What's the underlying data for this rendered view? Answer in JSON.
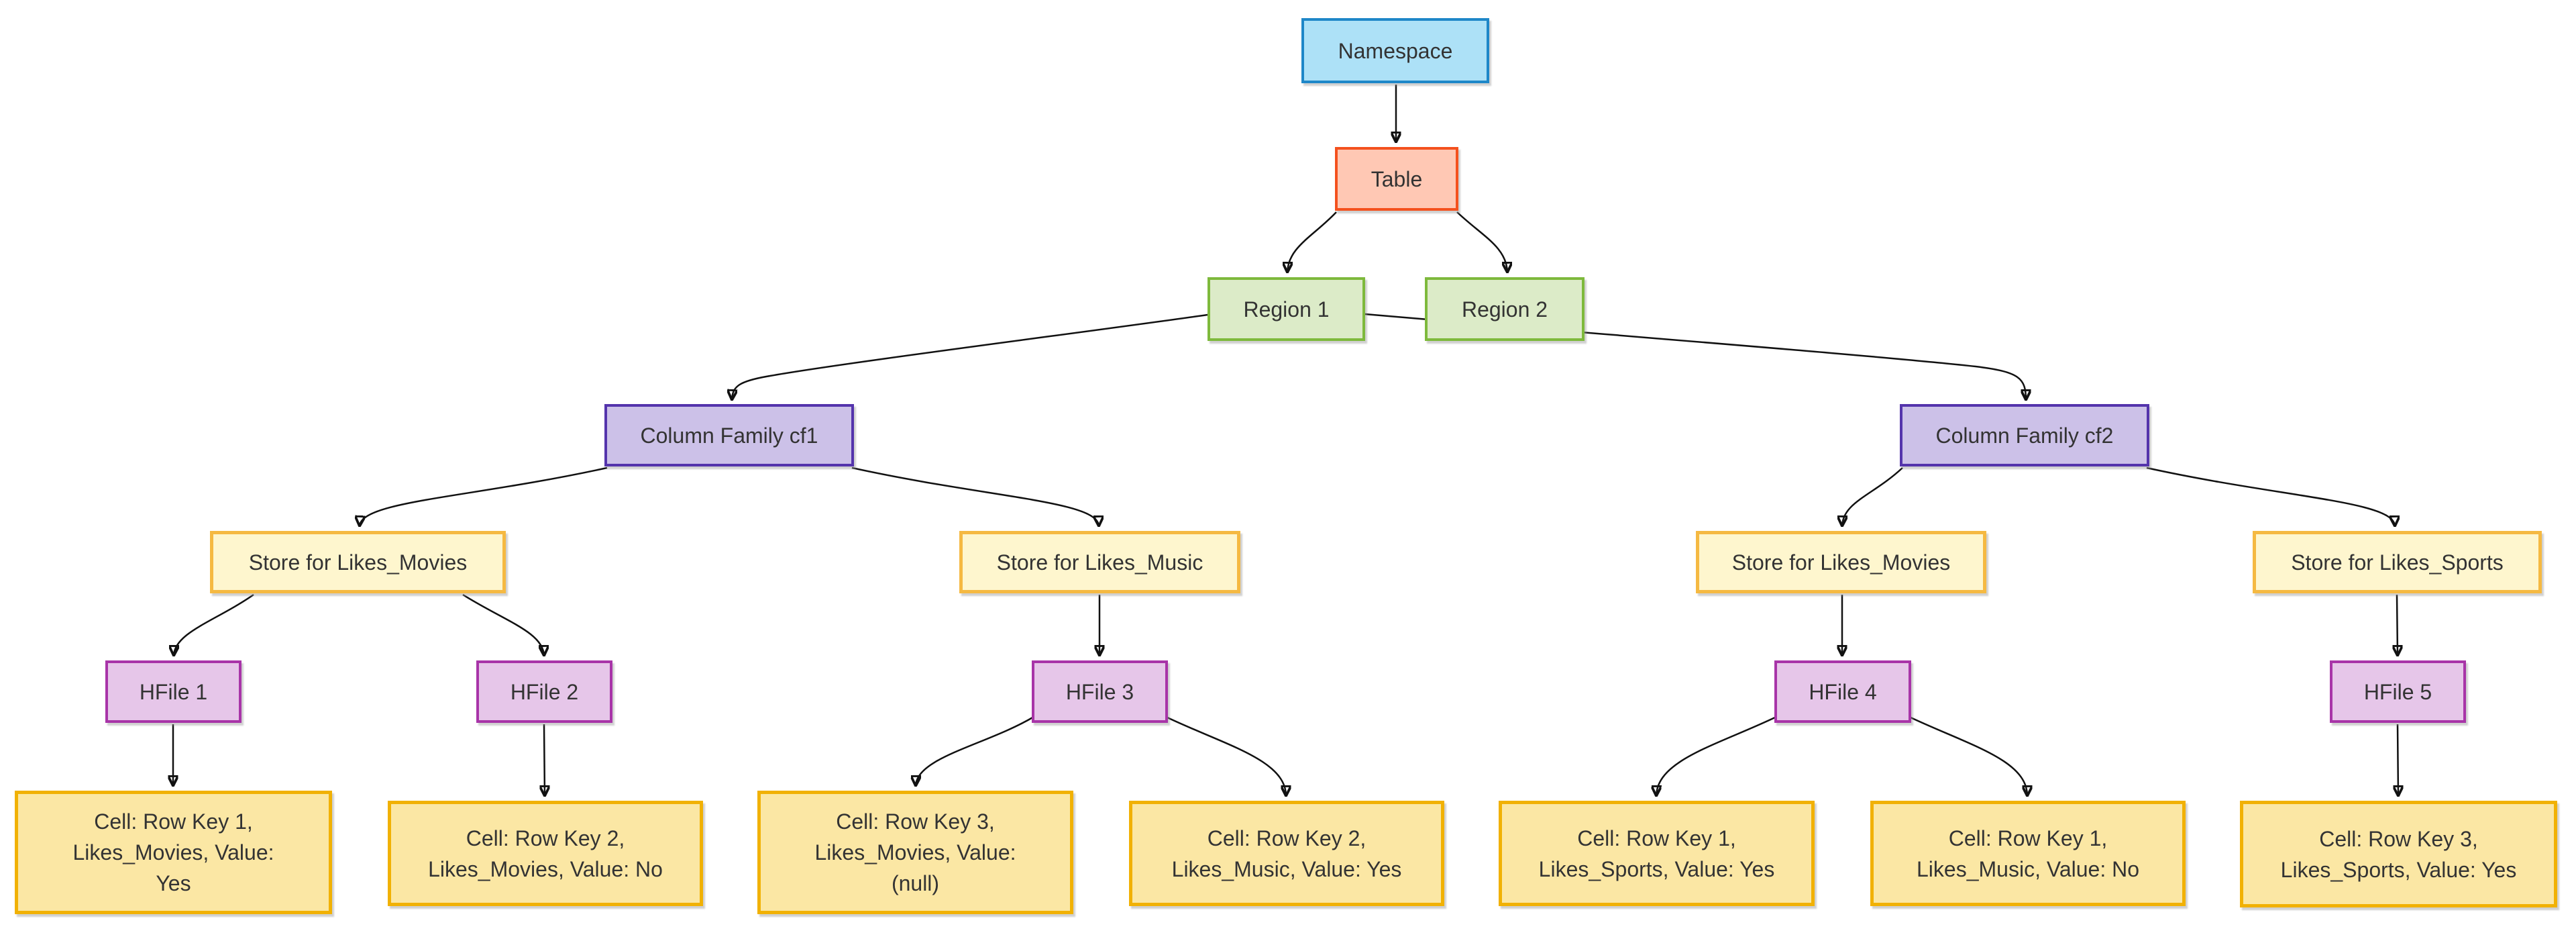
{
  "diagram": {
    "type": "flowchart",
    "background_color": "#ffffff",
    "text_color": "#333333",
    "edge_color": "#111111",
    "nodes": {
      "namespace": {
        "label": "Namespace",
        "type": "namespace"
      },
      "table": {
        "label": "Table",
        "type": "table"
      },
      "region1": {
        "label": "Region 1",
        "type": "region"
      },
      "region2": {
        "label": "Region 2",
        "type": "region"
      },
      "cf1": {
        "label": "Column Family cf1",
        "type": "column-family"
      },
      "cf2": {
        "label": "Column Family cf2",
        "type": "column-family"
      },
      "store_cf1_movies": {
        "label": "Store for Likes_Movies",
        "type": "store"
      },
      "store_cf1_music": {
        "label": "Store for Likes_Music",
        "type": "store"
      },
      "store_cf2_movies": {
        "label": "Store for Likes_Movies",
        "type": "store"
      },
      "store_cf2_sports": {
        "label": "Store for Likes_Sports",
        "type": "store"
      },
      "hfile1": {
        "label": "HFile 1",
        "type": "hfile"
      },
      "hfile2": {
        "label": "HFile 2",
        "type": "hfile"
      },
      "hfile3": {
        "label": "HFile 3",
        "type": "hfile"
      },
      "hfile4": {
        "label": "HFile 4",
        "type": "hfile"
      },
      "hfile5": {
        "label": "HFile 5",
        "type": "hfile"
      },
      "cell1": {
        "label": "Cell: Row Key 1,\nLikes_Movies, Value:\nYes",
        "type": "cell"
      },
      "cell2": {
        "label": "Cell: Row Key 2,\nLikes_Movies, Value: No",
        "type": "cell"
      },
      "cell3": {
        "label": "Cell: Row Key 3,\nLikes_Movies, Value:\n(null)",
        "type": "cell"
      },
      "cell4": {
        "label": "Cell: Row Key 2,\nLikes_Music, Value: Yes",
        "type": "cell"
      },
      "cell5": {
        "label": "Cell: Row Key 1,\nLikes_Sports, Value: Yes",
        "type": "cell"
      },
      "cell6": {
        "label": "Cell: Row Key 1,\nLikes_Music, Value: No",
        "type": "cell"
      },
      "cell7": {
        "label": "Cell: Row Key 3,\nLikes_Sports, Value: Yes",
        "type": "cell"
      }
    },
    "edges": [
      {
        "from": "namespace",
        "to": "table"
      },
      {
        "from": "table",
        "to": "region1"
      },
      {
        "from": "table",
        "to": "region2"
      },
      {
        "from": "region1",
        "to": "cf1"
      },
      {
        "from": "region2",
        "to": "cf2"
      },
      {
        "from": "cf1",
        "to": "store_cf1_movies"
      },
      {
        "from": "cf1",
        "to": "store_cf1_music"
      },
      {
        "from": "cf2",
        "to": "store_cf2_movies"
      },
      {
        "from": "cf2",
        "to": "store_cf2_sports"
      },
      {
        "from": "store_cf1_movies",
        "to": "hfile1"
      },
      {
        "from": "store_cf1_movies",
        "to": "hfile2"
      },
      {
        "from": "store_cf1_music",
        "to": "hfile3"
      },
      {
        "from": "store_cf2_movies",
        "to": "hfile4"
      },
      {
        "from": "store_cf2_sports",
        "to": "hfile5"
      },
      {
        "from": "hfile1",
        "to": "cell1"
      },
      {
        "from": "hfile2",
        "to": "cell2"
      },
      {
        "from": "hfile3",
        "to": "cell3"
      },
      {
        "from": "hfile3",
        "to": "cell4"
      },
      {
        "from": "hfile4",
        "to": "cell5"
      },
      {
        "from": "hfile4",
        "to": "cell6"
      },
      {
        "from": "hfile5",
        "to": "cell7"
      }
    ],
    "palette": {
      "namespace": {
        "fill": "#ade1f7",
        "border": "#1e87c8"
      },
      "table": {
        "fill": "#ffc8b4",
        "border": "#f4511e"
      },
      "region": {
        "fill": "#dcebc8",
        "border": "#7eb93c"
      },
      "column-family": {
        "fill": "#ccc1e8",
        "border": "#5434ac"
      },
      "store": {
        "fill": "#fef6ce",
        "border": "#f5b942"
      },
      "hfile": {
        "fill": "#e6c6e9",
        "border": "#a834a8"
      },
      "cell": {
        "fill": "#fbe7a4",
        "border": "#f1b104"
      }
    }
  }
}
